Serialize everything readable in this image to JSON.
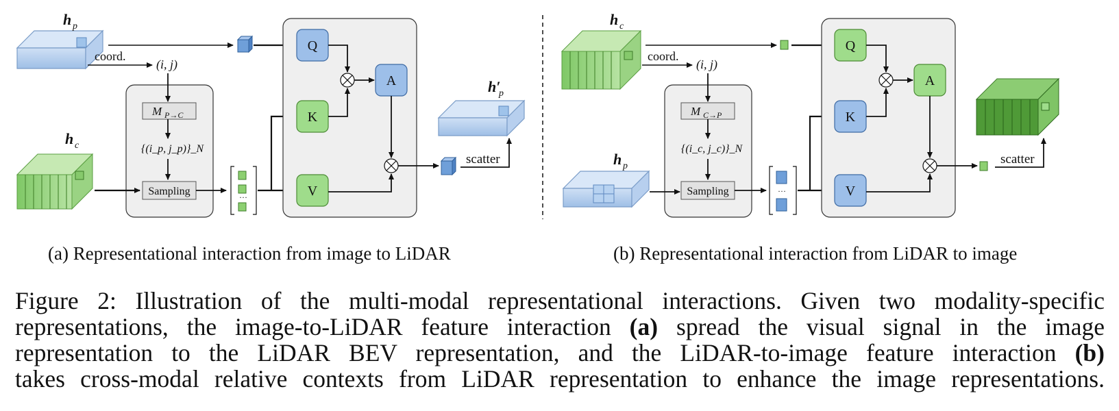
{
  "panel_a": {
    "hp_label": "h",
    "hp_sub": "p",
    "hc_label": "h",
    "hc_sub": "c",
    "out_label": "h′",
    "out_sub": "p",
    "coord_label": "coord.",
    "ij_label": "(i, j)",
    "mapping_label": "M",
    "mapping_sub": "P→C",
    "set_label": "{(i_p, j_p)}_N",
    "sampling_label": "Sampling",
    "q": "Q",
    "k": "K",
    "v": "V",
    "a": "A",
    "scatter_label": "scatter",
    "caption": "(a) Representational interaction from image to LiDAR"
  },
  "panel_b": {
    "hc_label": "h",
    "hc_sub": "c",
    "hp_label": "h",
    "hp_sub": "p",
    "coord_label": "coord.",
    "ij_label": "(i, j)",
    "mapping_label": "M",
    "mapping_sub": "C→P",
    "set_label": "{(i_c, j_c)}_N",
    "sampling_label": "Sampling",
    "q": "Q",
    "k": "K",
    "v": "V",
    "a": "A",
    "scatter_label": "scatter",
    "caption": "(b) Representational interaction from LiDAR to image"
  },
  "figure_caption": {
    "line1": "Figure 2: Illustration of the multi-modal representational interactions. Given two modality-specific",
    "line2_pre": "representations, the image-to-LiDAR feature interaction ",
    "line2_bold": "(a)",
    "line2_post": " spread the visual signal in the image",
    "line3_pre": "representation to the LiDAR BEV representation, and the LiDAR-to-image feature interaction ",
    "line3_bold": "(b)",
    "line4": "takes cross-modal relative contexts from LiDAR representation to enhance the image representations."
  },
  "colors": {
    "blue_fill": "#a9c6ea",
    "green_fill": "#a6d88e",
    "panel_bg": "#efefef",
    "node_blue": "#9dbfe9",
    "node_green": "#9fdc8b"
  }
}
